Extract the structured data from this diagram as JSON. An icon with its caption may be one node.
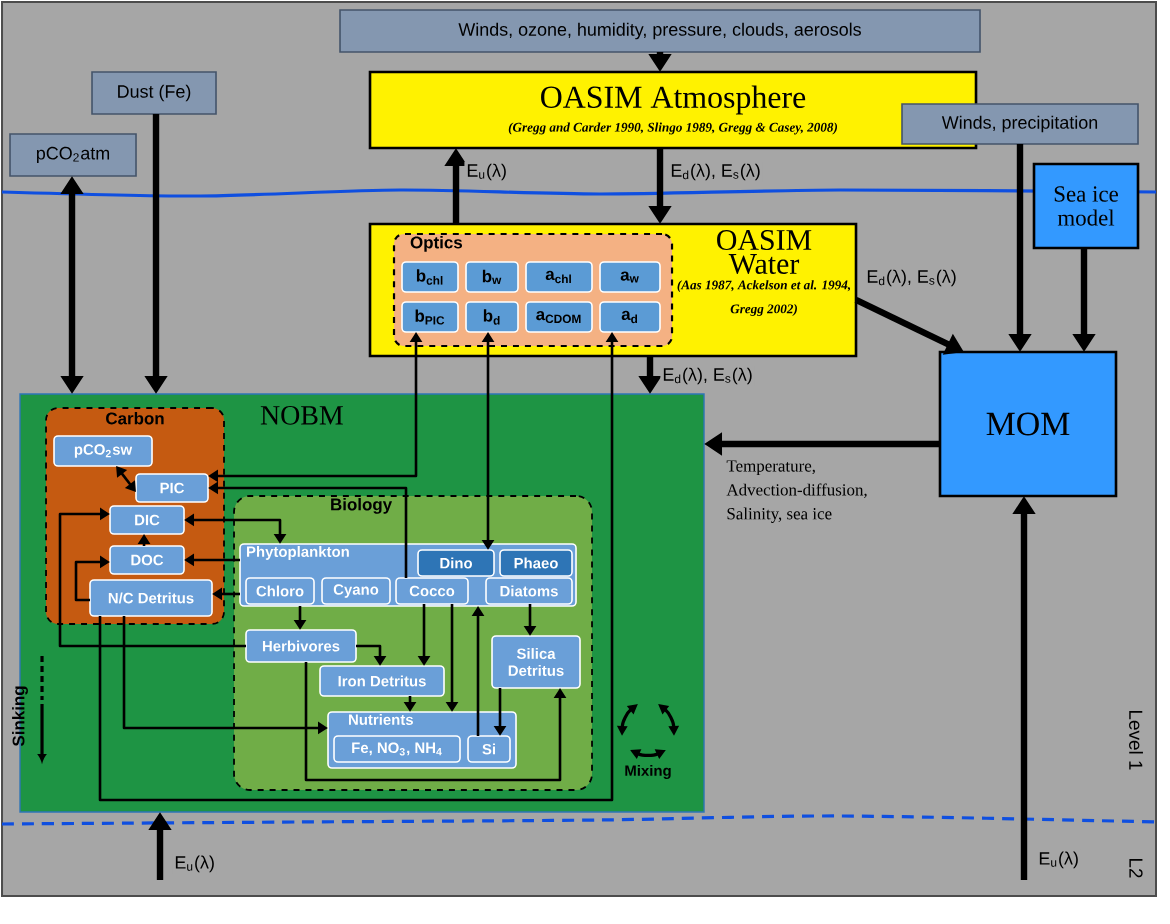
{
  "diagram": {
    "nodes": [
      {
        "text": [
          "Winds, ozone, humidity, pressure, clouds, aerosols"
        ]
      },
      {
        "text": [
          "Dust (Fe)"
        ]
      },
      {
        "text": [
          "pCO$_{2}$atm"
        ]
      },
      {
        "text": [
          "OASIM Atmosphere",
          "(Gregg and Carder 1990, Slingo 1989, Gregg & Casey, 2008)"
        ]
      },
      {
        "text": [
          "Winds, precipitation"
        ]
      },
      {
        "text": [
          "Sea ice model"
        ]
      },
      {
        "text": [
          "OASIM Water",
          "(Aas 1987, Ackelson et al. 1994, Gregg 2002)"
        ]
      },
      {
        "text": [
          "Optics"
        ],
        "in": 6
      },
      {
        "text": [
          "b$_{chl}$"
        ],
        "in": 7
      },
      {
        "text": [
          "b$_{w}$"
        ],
        "in": 7
      },
      {
        "text": [
          "a$_{chl}$"
        ],
        "in": 7
      },
      {
        "text": [
          "a$_{w}$"
        ],
        "in": 7
      },
      {
        "text": [
          "b$_{PIC}$"
        ],
        "in": 7
      },
      {
        "text": [
          "b$_{d}$"
        ],
        "in": 7
      },
      {
        "text": [
          "a$_{CDOM}$"
        ],
        "in": 7
      },
      {
        "text": [
          "a$_{d}$"
        ],
        "in": 7
      },
      {
        "text": [
          "MOM"
        ]
      },
      {
        "text": [
          "NOBM"
        ]
      },
      {
        "text": [
          "Carbon"
        ],
        "in": 17
      },
      {
        "text": [
          "pCO$_{2}$sw"
        ],
        "in": 18
      },
      {
        "text": [
          "PIC"
        ],
        "in": 18
      },
      {
        "text": [
          "DIC"
        ],
        "in": 18
      },
      {
        "text": [
          "DOC"
        ],
        "in": 18
      },
      {
        "text": [
          "N/C Detritus"
        ],
        "in": 18
      },
      {
        "text": [
          "Biology"
        ],
        "in": 17
      },
      {
        "text": [
          "Phytoplankton"
        ],
        "in": 24
      },
      {
        "text": [
          "Dino"
        ],
        "in": 25
      },
      {
        "text": [
          "Phaeo"
        ],
        "in": 25
      },
      {
        "text": [
          "Chloro"
        ],
        "in": 25
      },
      {
        "text": [
          "Cyano"
        ],
        "in": 25
      },
      {
        "text": [
          "Cocco"
        ],
        "in": 25
      },
      {
        "text": [
          "Diatoms"
        ],
        "in": 25
      },
      {
        "text": [
          "Herbivores"
        ],
        "in": 24
      },
      {
        "text": [
          "Iron Detritus"
        ],
        "in": 24
      },
      {
        "text": [
          "Silica Detritus"
        ],
        "in": 24
      },
      {
        "text": [
          "Nutrients"
        ],
        "in": 24
      },
      {
        "text": [
          "Fe, NO$_{3}$, NH$_{4}$"
        ],
        "in": 35
      },
      {
        "text": [
          "Si"
        ],
        "in": 35
      }
    ],
    "edges": [
      {
        "from": 0,
        "to": 3,
        "arrow": "to",
        "style": "thick"
      },
      {
        "from": 3,
        "to": 6,
        "arrow": "to",
        "style": "thick",
        "label": "E$_{d}$(λ), E$_{s}$(λ)"
      },
      {
        "from": 6,
        "to": 3,
        "arrow": "to",
        "style": "thick",
        "label": "E$_{u}$(λ)"
      },
      {
        "from": 2,
        "to": 17,
        "arrow": "both",
        "style": "thick"
      },
      {
        "from": 1,
        "to": 17,
        "arrow": "to",
        "style": "thick"
      },
      {
        "from": 4,
        "to": 16,
        "arrow": "to",
        "style": "thick"
      },
      {
        "from": 5,
        "to": 16,
        "arrow": "to",
        "style": "thick"
      },
      {
        "from": 6,
        "to": 16,
        "arrow": "to",
        "style": "thick",
        "label": "E$_{d}$(λ), E$_{s}$(λ)"
      },
      {
        "from": 6,
        "to": 17,
        "arrow": "to",
        "style": "thick",
        "label": "E$_{d}$(λ), E$_{s}$(λ)"
      },
      {
        "from": 16,
        "to": 17,
        "arrow": "to",
        "style": "thick",
        "label": "Temperature, Advection-diffusion, Salinity, sea ice"
      },
      {
        "from": null,
        "to": 17,
        "arrow": "to",
        "style": "thick",
        "label": "E$_{u}$(λ)"
      },
      {
        "from": null,
        "to": 16,
        "arrow": "to",
        "style": "thick",
        "label": "E$_{u}$(λ)"
      },
      {
        "from": 30,
        "to": 20,
        "arrow": "to"
      },
      {
        "from": 20,
        "to": 12,
        "arrow": "both"
      },
      {
        "from": 13,
        "to": 26,
        "arrow": "both"
      },
      {
        "from": 23,
        "to": 15,
        "arrow": "to"
      },
      {
        "from": 19,
        "to": 20,
        "arrow": "both"
      },
      {
        "from": 22,
        "to": 21,
        "arrow": "to"
      },
      {
        "from": 21,
        "to": 25,
        "arrow": "both"
      },
      {
        "from": 25,
        "to": 22,
        "arrow": "to"
      },
      {
        "from": 25,
        "to": 23,
        "arrow": "to"
      },
      {
        "from": 32,
        "to": 21,
        "arrow": "to"
      },
      {
        "from": 23,
        "to": 22,
        "arrow": "to"
      },
      {
        "from": 23,
        "to": 35,
        "arrow": "to"
      },
      {
        "from": 25,
        "to": 32,
        "arrow": "to"
      },
      {
        "from": 32,
        "to": 33,
        "arrow": "to"
      },
      {
        "from": 30,
        "to": 33,
        "arrow": "to"
      },
      {
        "from": 33,
        "to": 35,
        "arrow": "to"
      },
      {
        "from": 30,
        "to": 35,
        "arrow": "to"
      },
      {
        "from": 37,
        "to": 25,
        "arrow": "to"
      },
      {
        "from": 31,
        "to": 34,
        "arrow": "to"
      },
      {
        "from": 34,
        "to": 37,
        "arrow": "to"
      },
      {
        "from": 32,
        "to": 34,
        "arrow": "to"
      }
    ],
    "labels": [
      "Sinking",
      "Mixing",
      "Level 1",
      "L2"
    ]
  }
}
